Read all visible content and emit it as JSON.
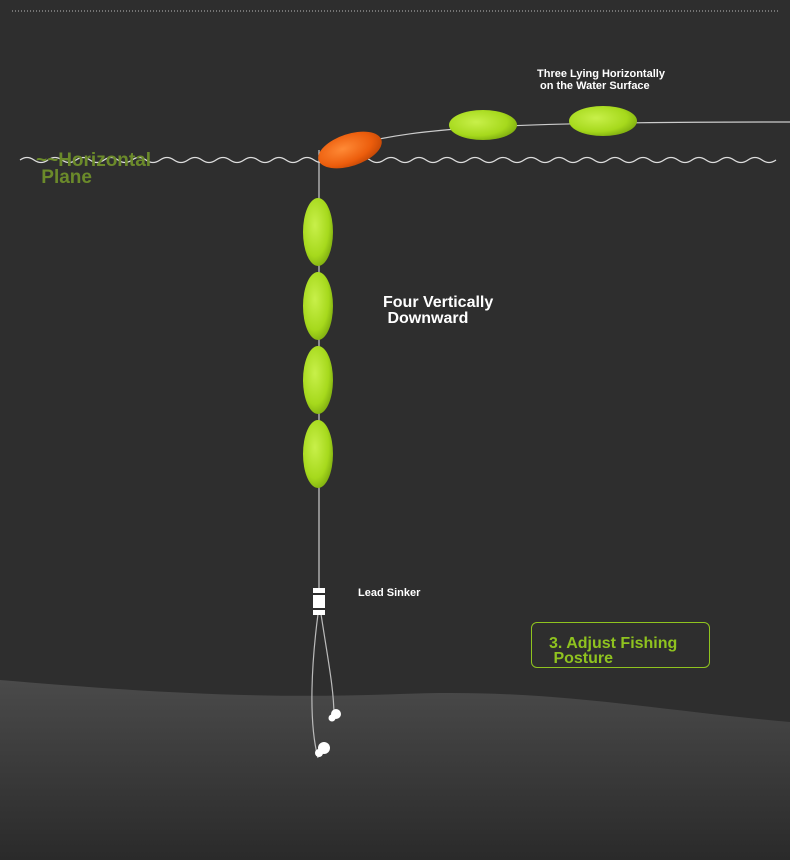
{
  "labels": {
    "horizontal_plane": "~~Horizontal\n Plane",
    "surface": "Three Lying Horizontally\n on the Water Surface",
    "vertical": "Four Vertically\n Downward",
    "sinker": "Lead Sinker",
    "posture": "3. Adjust Fishing\n Posture"
  },
  "colors": {
    "background": "#2e2e2e",
    "float_green": "#a6d91c",
    "float_orange": "#ec5d0c",
    "accent": "#8fc31f",
    "text": "#ffffff",
    "water_line": "#dddddd",
    "seabed": "#444444"
  },
  "diagram": {
    "floats_on_surface": 3,
    "floats_vertical": 4
  }
}
